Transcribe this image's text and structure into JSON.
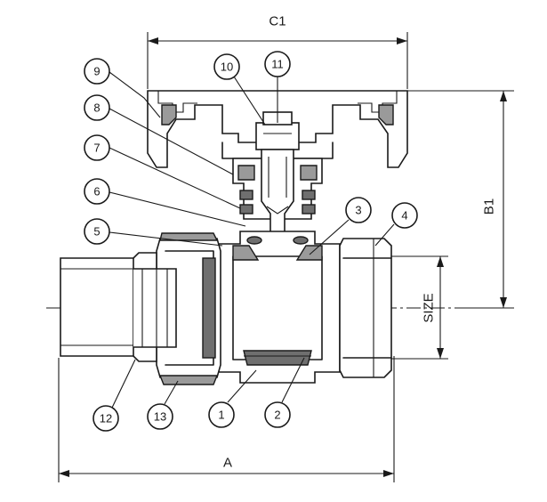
{
  "dimensions": {
    "c1": "C1",
    "b1": "B1",
    "size": "SIZE",
    "a": "A"
  },
  "callouts": [
    "1",
    "2",
    "3",
    "4",
    "5",
    "6",
    "7",
    "8",
    "9",
    "10",
    "11",
    "12",
    "13"
  ]
}
